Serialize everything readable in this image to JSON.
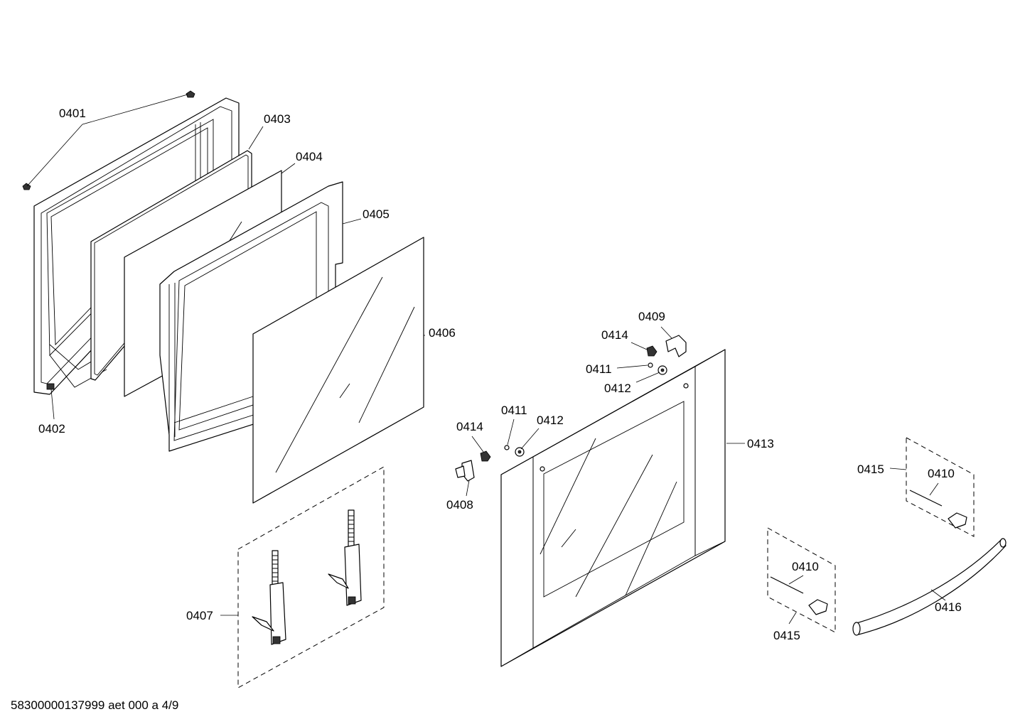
{
  "drawing": {
    "doc_code": "58300000137999 aet 000 a 4/9"
  },
  "callouts": [
    "0401",
    "0402",
    "0403",
    "0404",
    "0405",
    "0406",
    "0407",
    "0408",
    "0409",
    "0410",
    "0410",
    "0411",
    "0411",
    "0412",
    "0412",
    "0413",
    "0414",
    "0414",
    "0415",
    "0415",
    "0416"
  ]
}
